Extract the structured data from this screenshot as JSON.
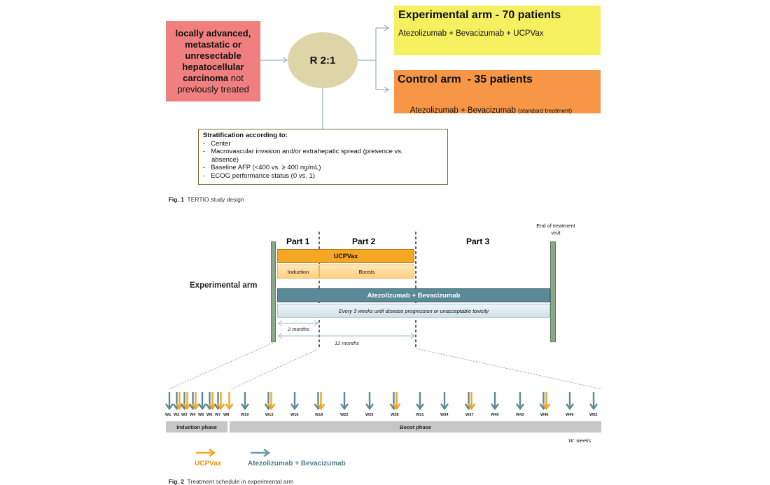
{
  "fig1": {
    "population_lines": [
      "locally advanced,",
      "metastatic or",
      "unresectable",
      "hepatocellular"
    ],
    "population_last_bold": "carcinoma",
    "population_last_rest": " not",
    "population_final": "previously treated",
    "randomization": "R 2:1",
    "experimental_title": "Experimental arm - 70 patients",
    "experimental_drugs": "Atezolizumab + Bevacizumab + UCPVax",
    "control_title": "Control arm  - 35 patients",
    "control_drugs": "Atezolizumab + Bevacizumab ",
    "control_note": "(standard treatment)",
    "strat_title": "Stratification according to:",
    "strat_items": [
      "Center",
      "Macrovascular invasion and/or extrahepatic spread (presence vs.",
      "absence)",
      "Baseline AFP (<400 vs. ≥ 400 ng/mL)",
      "ECOG performance status (0 vs. 1)"
    ],
    "caption_label": "Fig. 1",
    "caption_text": "TERTIO study design"
  },
  "fig2": {
    "part1": "Part 1",
    "part2": "Part 2",
    "part3": "Part 3",
    "end_visit_line1": "End of treatment",
    "end_visit_line2": "visit",
    "arm_label": "Experimental arm",
    "ucpvax": "UCPVax",
    "induction": "Induction",
    "boosts": "Boosts",
    "atezo_bev": "Atezolizumab + Bevacizumab",
    "every3": "Every 3 weeks until disease progression or unacceptable toxicity",
    "two_months": "2 months",
    "twelve_months": "12 months",
    "weeks": [
      "W1",
      "W2",
      "W3",
      "W4",
      "W5",
      "W6",
      "W7",
      "W8",
      "W10",
      "W13",
      "W16",
      "W19",
      "W22",
      "W25",
      "W28",
      "W31",
      "W34",
      "W37",
      "W40",
      "W43",
      "W46",
      "W49",
      "W52"
    ],
    "induction_phase": "Induction phase",
    "boost_phase": "Boost phase",
    "weeks_note": "W: weeks",
    "legend_ucpvax": "UCPVax",
    "legend_atezo": "Atezolizumab + Bevacizumab",
    "caption_label": "Fig. 2",
    "caption_text": "Treatment schedule in experimental arm"
  },
  "colors": {
    "pink": "#f08080",
    "tan": "#ddd5a8",
    "yellow": "#f5f060",
    "orange": "#f79646",
    "amber": "#f5a623",
    "teal": "#5a8a97",
    "teal_light": "#dbe9ee",
    "bar_green": "#8aa98a",
    "grey": "#c6c6c6"
  }
}
